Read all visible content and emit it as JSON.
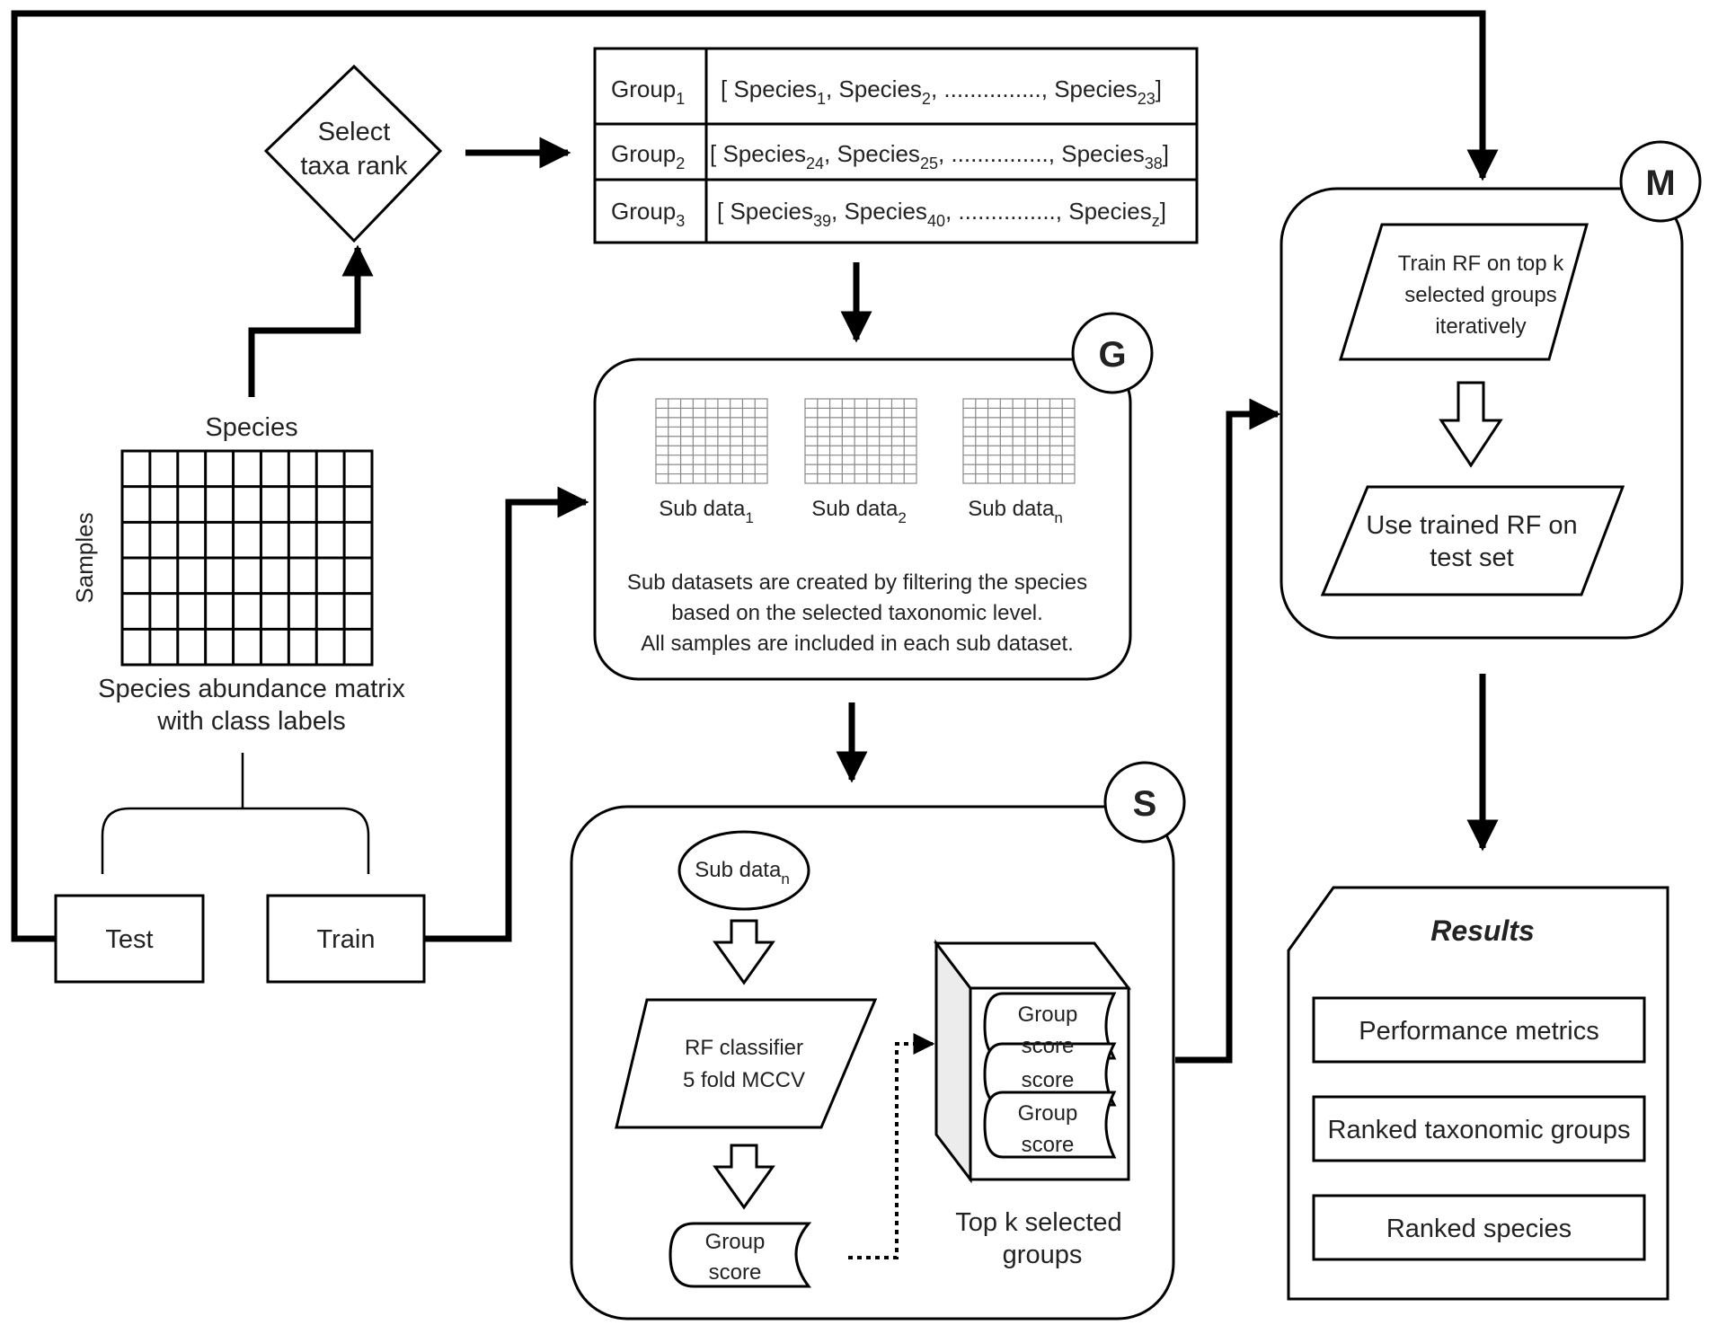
{
  "matrix": {
    "top_label": "Species",
    "side_label": "Samples",
    "caption_line1": "Species abundance matrix",
    "caption_line2": "with class labels"
  },
  "split": {
    "test": "Test",
    "train": "Train"
  },
  "decision": {
    "line1": "Select",
    "line2": "taxa rank"
  },
  "groups_table": {
    "group_word": "Group",
    "species_word": "Species",
    "dots": "...............",
    "rows": [
      {
        "idx": "1",
        "s_a": "1",
        "s_b": "2",
        "s_last": "23"
      },
      {
        "idx": "2",
        "s_a": "24",
        "s_b": "25",
        "s_last": "38"
      },
      {
        "idx": "3",
        "s_a": "39",
        "s_b": "40",
        "s_last": "z"
      }
    ]
  },
  "g_module": {
    "badge": "G",
    "sub_word": "Sub data",
    "sub_indices": [
      "1",
      "2",
      "n"
    ],
    "desc_line1": "Sub datasets are created by filtering the species",
    "desc_line2": "based on the selected taxonomic level.",
    "desc_line3": "All samples are included in each sub dataset."
  },
  "s_module": {
    "badge": "S",
    "input_word": "Sub data",
    "input_index": "n",
    "classifier_line1": "RF classifier",
    "classifier_line2": "5 fold MCCV",
    "output_line1": "Group",
    "output_line2": "score",
    "store_items": [
      {
        "line1": "Group",
        "line2": "score"
      },
      {
        "line1": "",
        "line2": "score"
      },
      {
        "line1": "Group",
        "line2": "score"
      }
    ],
    "store_caption_line1": "Top k selected",
    "store_caption_line2": "groups"
  },
  "m_module": {
    "badge": "M",
    "train_line1": "Train RF on top k",
    "train_line2": "selected groups",
    "train_line3": "iteratively",
    "use_line1": "Use trained RF on",
    "use_line2": "test set"
  },
  "results": {
    "title": "Results",
    "items": [
      "Performance metrics",
      "Ranked taxonomic groups",
      "Ranked species"
    ]
  }
}
